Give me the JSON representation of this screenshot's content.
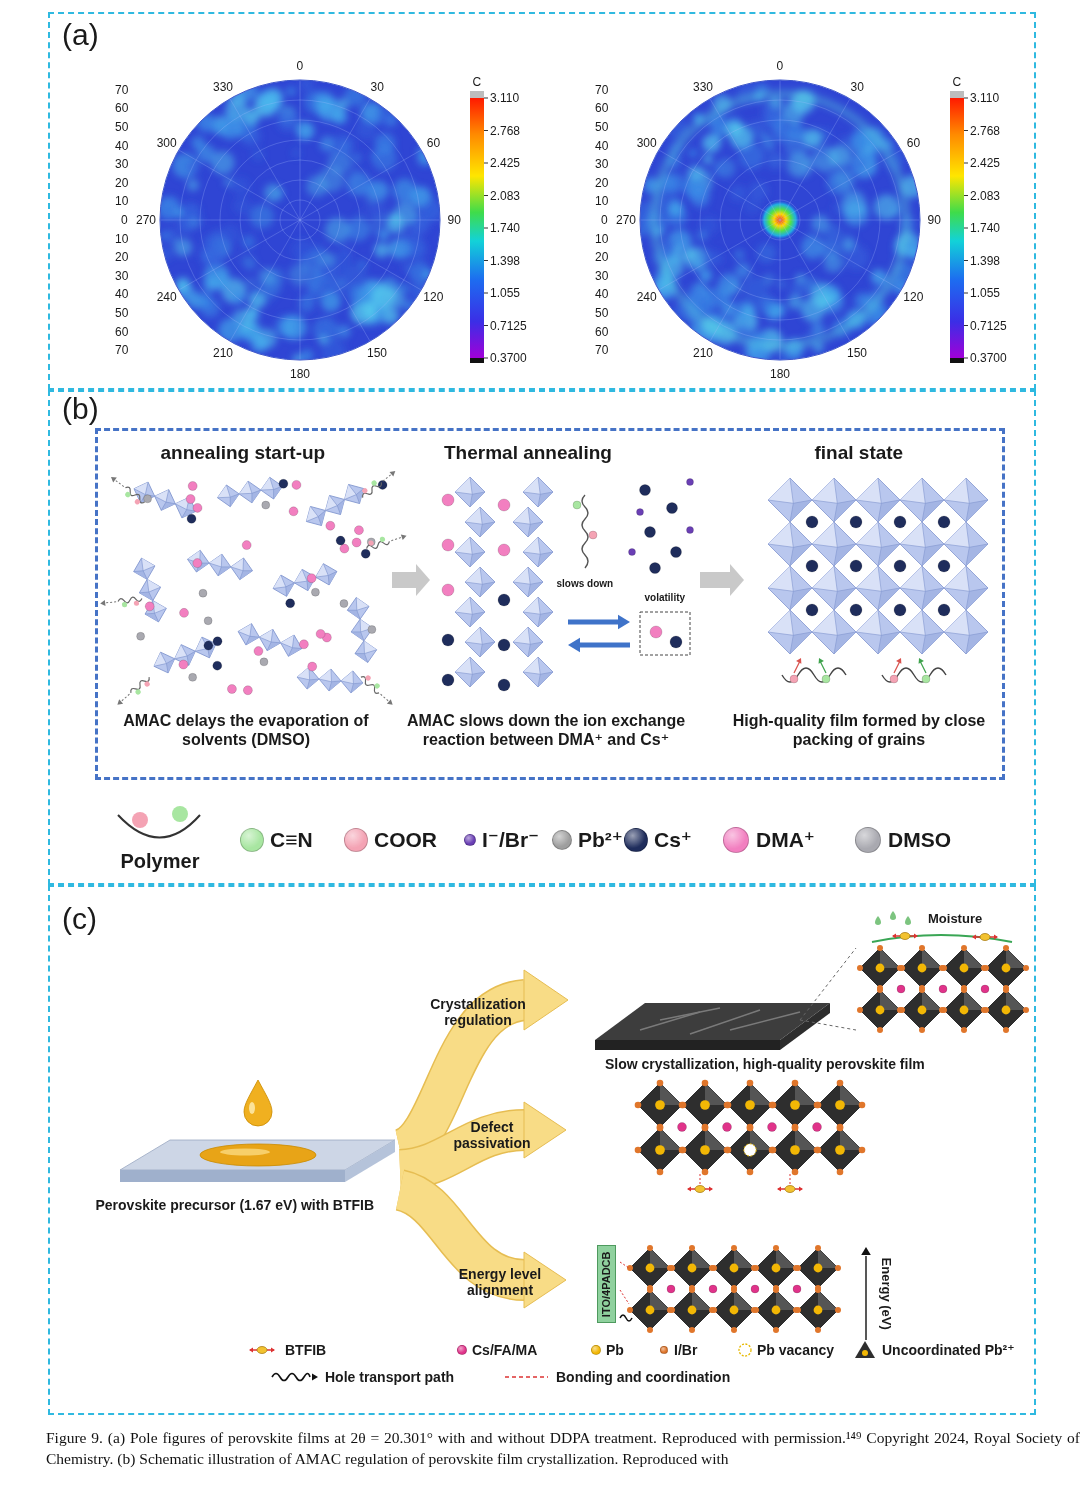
{
  "diagram": {
    "caption": "Figure 9. (a) Pole figures of perovskite films at 2θ = 20.301° with and without DDPA treatment. Reproduced with permission.¹⁴⁹ Copyright 2024, Royal Society of Chemistry. (b) Schematic illustration of AMAC regulation of perovskite film crystallization. Reproduced with",
    "nodes": [
      {
        "text": [
          "(a)"
        ]
      },
      {
        "text": [
          "(b)"
        ]
      },
      {
        "text": [
          "annealing start-up",
          "Thermal annealing",
          "final state",
          "AMAC delays the evaporation of solvents (DMSO)",
          "AMAC slows down the ion exchange reaction between DMA⁺ and Cs⁺",
          "High-quality film formed by close packing of grains"
        ],
        "in": 1
      },
      {
        "text": [
          "(c)"
        ]
      },
      {
        "text": [
          "ITO/4PADCB"
        ],
        "in": 3
      }
    ],
    "labels": [
      "70",
      "60",
      "50",
      "40",
      "30",
      "20",
      "10",
      "0",
      "10",
      "20",
      "30",
      "40",
      "50",
      "60",
      "70",
      "0",
      "30",
      "60",
      "90",
      "120",
      "150",
      "180",
      "210",
      "240",
      "270",
      "300",
      "330",
      "C",
      "3.110",
      "2.768",
      "2.425",
      "2.083",
      "1.740",
      "1.398",
      "1.055",
      "0.7125",
      "0.3700",
      "70",
      "60",
      "50",
      "40",
      "30",
      "20",
      "10",
      "0",
      "10",
      "20",
      "30",
      "40",
      "50",
      "60",
      "70",
      "0",
      "30",
      "60",
      "90",
      "120",
      "150",
      "180",
      "210",
      "240",
      "270",
      "300",
      "330",
      "C",
      "3.110",
      "2.768",
      "2.425",
      "2.083",
      "1.740",
      "1.398",
      "1.055",
      "0.7125",
      "0.3700",
      "slows down",
      "volatility",
      "Crystallization regulation",
      "Slow crystallization, high-quality perovskite film",
      "Moisture",
      "Defect passivation",
      "Perovskite precursor (1.67 eV) with BTFIB",
      "Energy level alignment",
      "Energy (eV)"
    ],
    "legend": [
      {
        "text": "Polymer"
      },
      {
        "text": "C≡N",
        "color": "#a8e6a1"
      },
      {
        "text": "COOR",
        "color": "#f4a3b4"
      },
      {
        "text": "I⁻/Br⁻",
        "color": "#6a3fb5"
      },
      {
        "text": "Pb²⁺",
        "color": "#9e9e9e"
      },
      {
        "text": "Cs⁺",
        "color": "#1f2d5c"
      },
      {
        "text": "DMA⁺",
        "color": "#f27fc0"
      },
      {
        "text": "DMSO",
        "color": "#a9a9b0"
      },
      {
        "text": "BTFIB"
      },
      {
        "text": "Cs/FA/MA",
        "color": "#e0338a"
      },
      {
        "text": "Pb",
        "color": "#f2b705"
      },
      {
        "text": "I/Br",
        "color": "#e0762b"
      },
      {
        "text": "Pb vacancy"
      },
      {
        "text": "Uncoordinated Pb²⁺"
      },
      {
        "text": "Hole transport path"
      },
      {
        "text": "Bonding and coordination"
      }
    ]
  }
}
